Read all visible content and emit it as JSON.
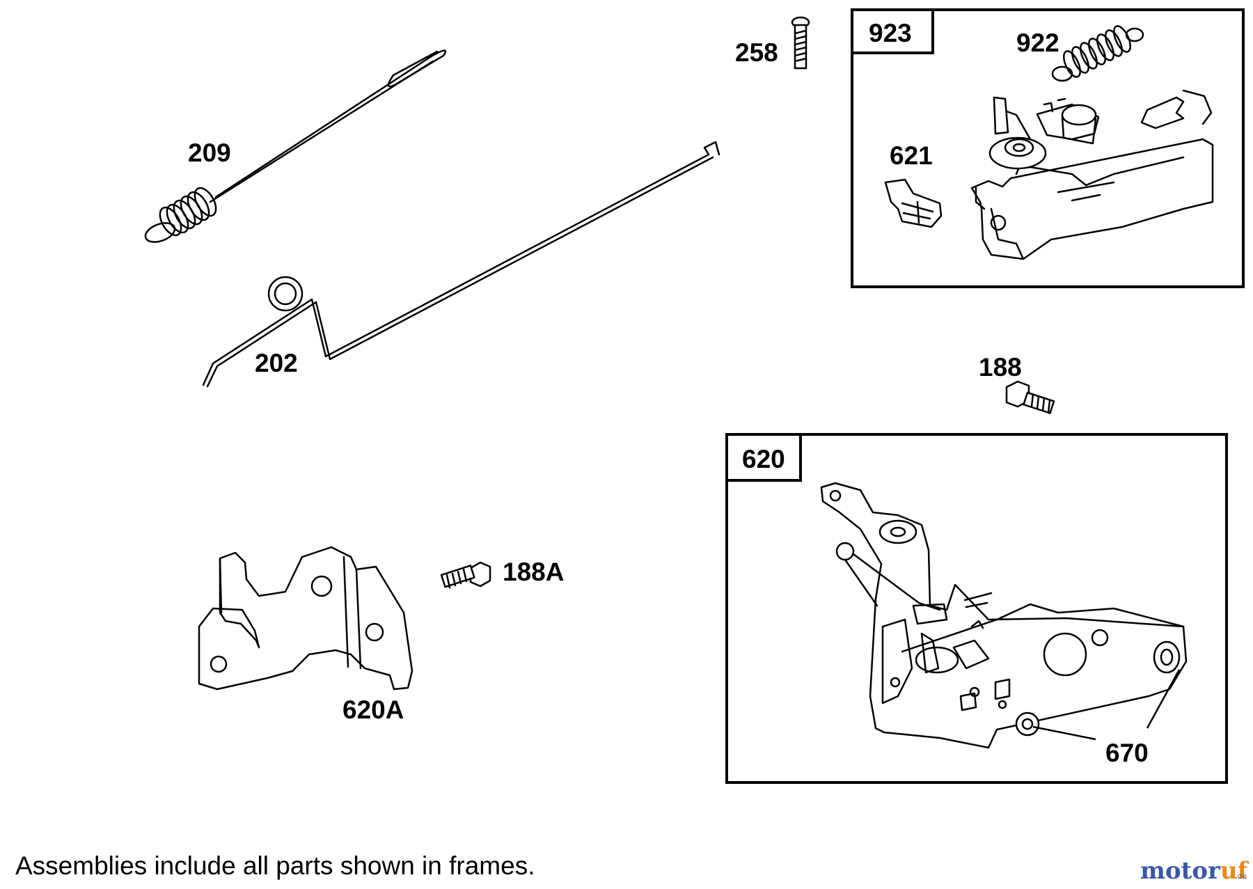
{
  "parts": {
    "p209": "209",
    "p202": "202",
    "p258": "258",
    "p923": "923",
    "p922": "922",
    "p621": "621",
    "p188": "188",
    "p620": "620",
    "p188A": "188A",
    "p620A": "620A",
    "p670": "670"
  },
  "footnote": "Assemblies include all parts shown in frames.",
  "watermark": {
    "part1": "motor",
    "part2": "uf",
    "suffix": ".de"
  },
  "colors": {
    "line": "#000000",
    "background": "#ffffff",
    "watermark_blue": "#3b57a8",
    "watermark_orange": "#e58a1a"
  }
}
